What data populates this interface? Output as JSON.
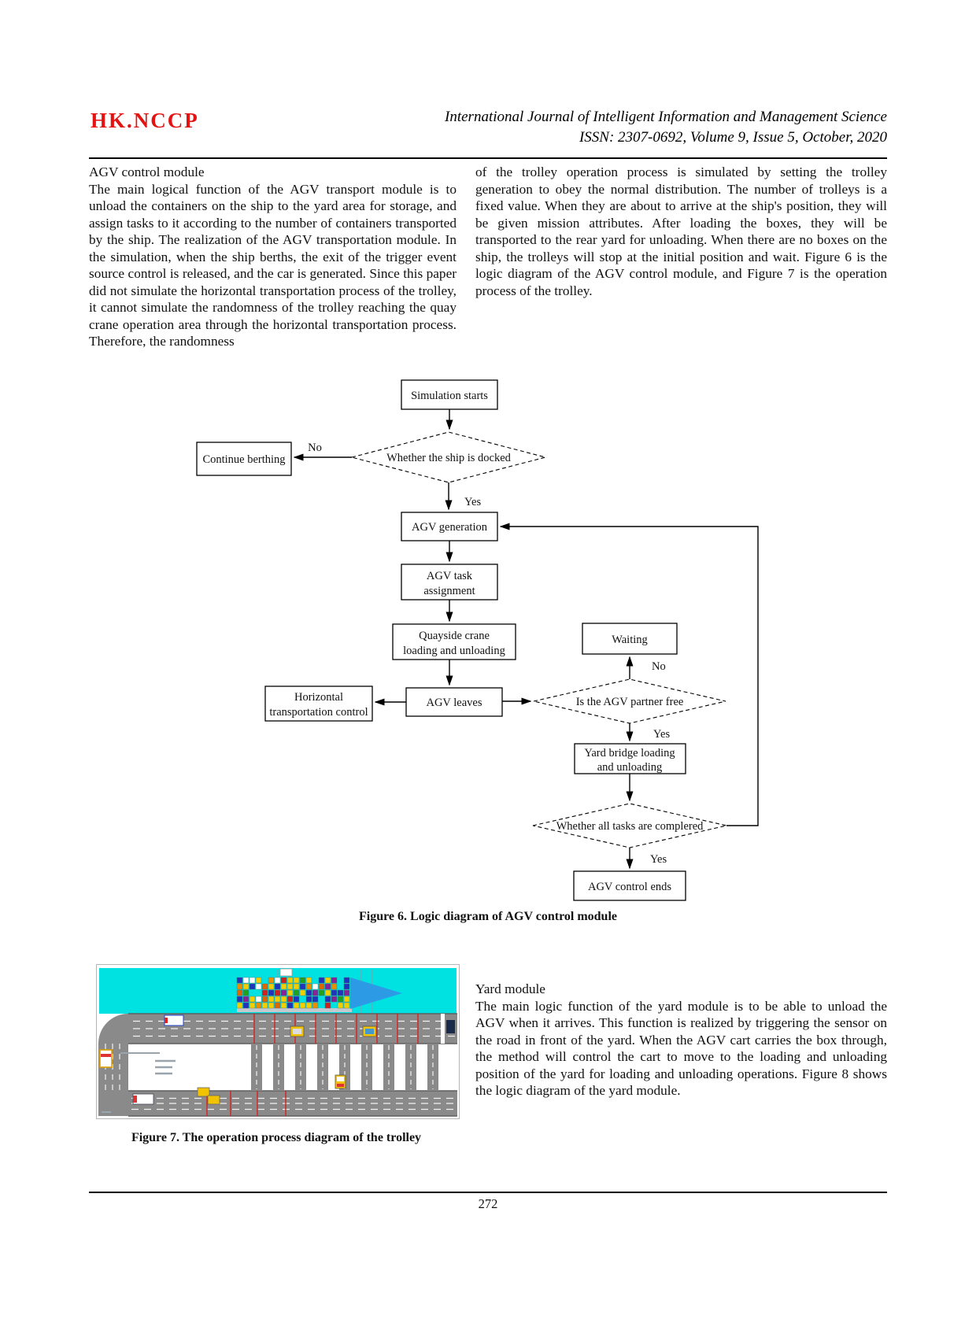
{
  "header": {
    "logo": "HK.NCCP",
    "journal_title": "International Journal of Intelligent Information and Management Science",
    "issn_line": "ISSN: 2307-0692, Volume 9, Issue 5, October, 2020"
  },
  "left_column": {
    "heading": "AGV control module",
    "paragraph": "The main logical function of the AGV transport module is to unload the containers on the ship to the yard area for storage, and assign tasks to it according to the number of containers transported by the ship. The realization of the AGV transportation module. In the simulation, when the ship berths, the exit of the trigger event source control is released, and the car is generated. Since this paper did not simulate the horizontal transportation process of the trolley, it cannot simulate the randomness of the trolley reaching the quay crane operation area through the horizontal transportation process. Therefore, the randomness"
  },
  "right_column": {
    "paragraph": "of the trolley operation process is simulated by setting the trolley generation to obey the normal distribution. The number of trolleys is a fixed value. When they are about to arrive at the ship's position, they will be given mission attributes. After loading the boxes, they will be transported to the rear yard for unloading. When there are no boxes on the ship, the trolleys will stop at the initial position and wait. Figure 6 is the logic diagram of the AGV control module, and Figure 7 is the operation process of the trolley.",
    "yard_heading": "Yard module",
    "yard_paragraph": "The main logic function of the yard module is to be able to unload the AGV when it arrives. This function is realized by triggering the sensor on the road in front of the yard. When the AGV cart carries the box through, the method will control the cart to move to the loading and unloading position of the yard for loading and unloading operations. Figure 8 shows the logic diagram of the yard module."
  },
  "figure6": {
    "caption": "Figure 6. Logic diagram of AGV control module",
    "nodes": {
      "simulation_starts": "Simulation starts",
      "ship_docked": "Whether the ship is docked",
      "continue_berthing": "Continue berthing",
      "agv_generation": "AGV generation",
      "agv_task_line1": "AGV task",
      "agv_task_line2": "assignment",
      "quayside_line1": "Quayside crane",
      "quayside_line2": "loading and unloading",
      "waiting": "Waiting",
      "agv_leaves": "AGV leaves",
      "horizontal_line1": "Horizontal",
      "horizontal_line2": "transportation control",
      "partner_free": "Is the AGV partner free",
      "yard_bridge_line1": "Yard bridge loading",
      "yard_bridge_line2": "and unloading",
      "tasks_completed": "Whether all tasks are complered",
      "agv_ends": "AGV control ends"
    },
    "labels": {
      "no_ship": "No",
      "yes_ship": "Yes",
      "no_partner": "No",
      "yes_partner": "Yes",
      "yes_tasks": "Yes"
    }
  },
  "figure7": {
    "caption": "Figure 7. The operation process diagram of the trolley",
    "colors": {
      "water": "#00e2e2",
      "road": "#8a8a8a",
      "road_edge": "#5f5f5f",
      "lane_dash": "#f2f2f2",
      "sensor": "#d42020",
      "bow": "#2d9ae6",
      "agv_yellow": "#f2c300"
    },
    "container_palette": [
      "#f0d000",
      "#f0d000",
      "#f0d000",
      "#e89000",
      "#cc2222",
      "#22a022",
      "#2233bb",
      "#882299",
      "#ffffff",
      "#dd6600",
      "#f0d000",
      "#2233bb"
    ]
  },
  "footer": {
    "page_number": "272"
  }
}
